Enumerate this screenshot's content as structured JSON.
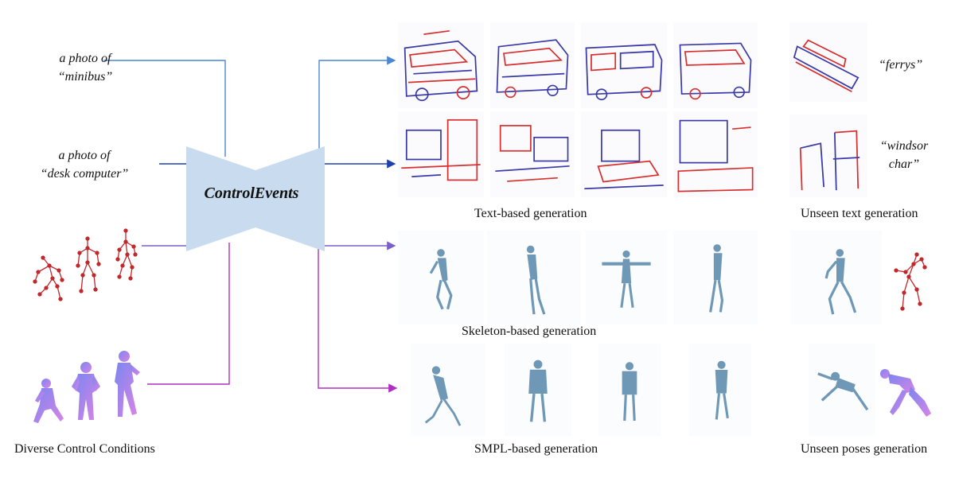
{
  "inputs": {
    "text1_line1": "a photo of",
    "text1_line2": "“minibus”",
    "text2_line1": "a photo of",
    "text2_line2": "“desk computer”",
    "caption": "Diverse Control Conditions"
  },
  "model": {
    "name": "ControlEvents"
  },
  "outputs": {
    "text_caption": "Text-based generation",
    "skeleton_caption": "Skeleton-based generation",
    "smpl_caption": "SMPL-based generation"
  },
  "unseen": {
    "ferrys_label": "“ferrys”",
    "windsor_line1": "“windsor",
    "windsor_line2": "char”",
    "text_caption": "Unseen text generation",
    "poses_caption": "Unseen poses generation"
  },
  "colors": {
    "text_line_1": "#4a86d4",
    "text_line_2": "#1d3fb0",
    "skeleton_line": "#7b5fc9",
    "smpl_line": "#b02ec4",
    "model_fill": "#c9dcef",
    "event_red": "#d63030",
    "event_blue": "#3a3aa8",
    "pointcloud": "#6e98b6",
    "skeleton_red": "#c0282c",
    "smpl_body_a": "#7a86f0",
    "smpl_body_b": "#d884e6"
  }
}
